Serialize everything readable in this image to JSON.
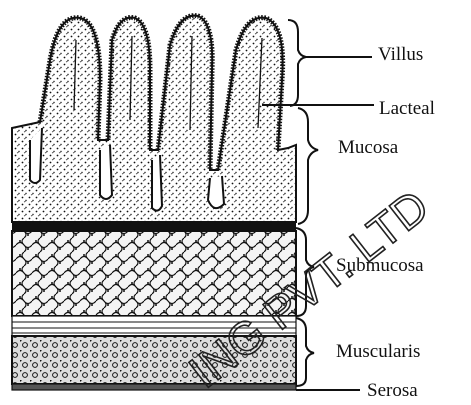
{
  "diagram": {
    "labels": {
      "villus": "Villus",
      "lacteal": "Lacteal",
      "mucosa": "Mucosa",
      "submucosa": "Submucosa",
      "muscularis": "Muscularis",
      "serosa": "Serosa"
    },
    "watermark": "ING PVT. LTD"
  },
  "colors": {
    "ink": "#111111",
    "paper": "#ffffff"
  }
}
